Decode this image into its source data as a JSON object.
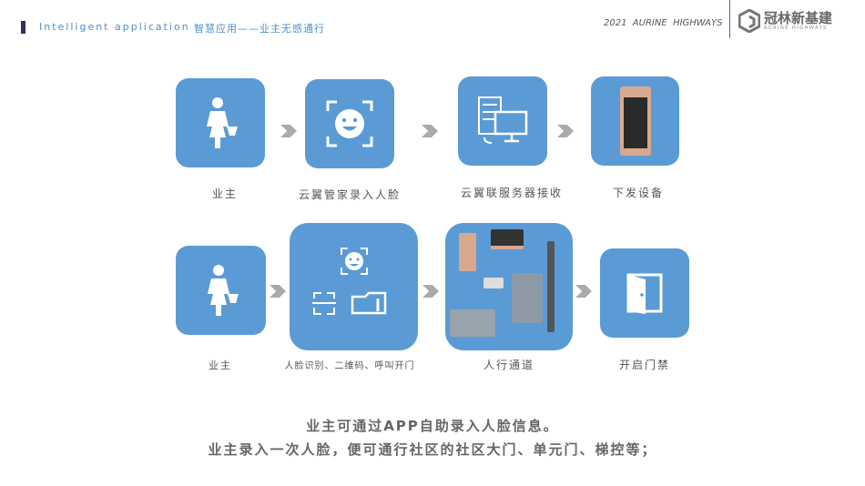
{
  "header": {
    "title_en": "Intelligent application",
    "title_cn": "智慧应用——业主无感通行",
    "year_brand": "2021  AURINE  HIGHWAYS",
    "logo_cn": "冠林新基建",
    "logo_en": "AURINE HIGHWAYS"
  },
  "row1": [
    {
      "label": "业主",
      "icon": "person-with-basket-icon"
    },
    {
      "label": "云翼管家录入人脸",
      "icon": "face-scan-icon"
    },
    {
      "label": "云翼联服务器接收",
      "icon": "server-monitor-icon"
    },
    {
      "label": "下发设备",
      "icon": "door-station-device-icon"
    }
  ],
  "row2": [
    {
      "label": "业主",
      "icon": "person-with-basket-icon"
    },
    {
      "label": "人脸识别、二维码、呼叫开门",
      "icon": "face-qr-call-icon"
    },
    {
      "label": "人行通道",
      "icon": "access-devices-icon"
    },
    {
      "label": "开启门禁",
      "icon": "open-door-icon"
    }
  ],
  "footer": {
    "line1": "业主可通过APP自助录入人脸信息。",
    "line2": "业主录入一次人脸，便可通行社区的社区大门、单元门、梯控等；"
  },
  "colors": {
    "box": "#5b9bd5",
    "accent": "#2e3160",
    "header_text": "#4a8fd0"
  }
}
